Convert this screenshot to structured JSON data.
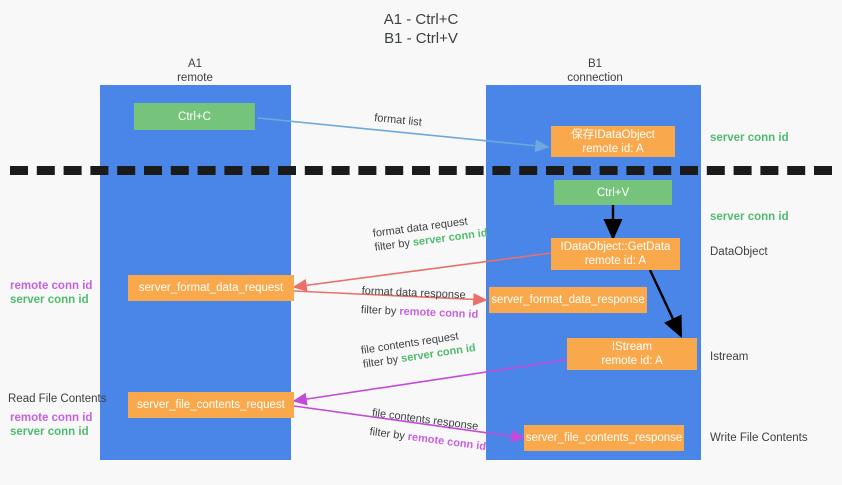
{
  "title": {
    "line1": "A1 - Ctrl+C",
    "line2": "B1 - Ctrl+V"
  },
  "columns": [
    {
      "id": "a1",
      "title": "A1",
      "subtitle": "remote",
      "color": "#4a86e8"
    },
    {
      "id": "b1",
      "title": "B1",
      "subtitle": "connection",
      "color": "#4a86e8"
    }
  ],
  "nodes": {
    "ctrl_c": {
      "line1": "Ctrl+C",
      "line2": "",
      "color": "#76c47c"
    },
    "save_dataobj": {
      "line1": "保存IDataObject",
      "line2": "remote id: A",
      "color": "#f9a94b"
    },
    "ctrl_v": {
      "line1": "Ctrl+V",
      "line2": "",
      "color": "#76c47c"
    },
    "getdata": {
      "line1": "IDataObject::GetData",
      "line2": "remote id: A",
      "color": "#f9a94b"
    },
    "fmt_req": {
      "line1": "server_format_data_request",
      "line2": "",
      "color": "#f9a94b"
    },
    "fmt_resp": {
      "line1": "server_format_data_response",
      "line2": "",
      "color": "#f9a94b"
    },
    "istream": {
      "line1": "IStream",
      "line2": "remote id: A",
      "color": "#f9a94b"
    },
    "file_req": {
      "line1": "server_file_contents_request",
      "line2": "",
      "color": "#f9a94b"
    },
    "file_resp": {
      "line1": "server_file_contents_response",
      "line2": "",
      "color": "#f9a94b"
    }
  },
  "annotations": {
    "right_server_conn_top": {
      "text": "server conn id",
      "color": "#4fbb6e"
    },
    "right_server_conn_mid": {
      "text": "server conn id",
      "color": "#4fbb6e"
    },
    "right_dataobject": {
      "text": "DataObject",
      "color": "#3c4043"
    },
    "right_istream": {
      "text": "Istream",
      "color": "#3c4043"
    },
    "right_write_file": {
      "text": "Write File Contents",
      "color": "#3c4043"
    },
    "left_mid_remote": {
      "text": "remote conn id",
      "color": "#c661e0"
    },
    "left_mid_server": {
      "text": "server conn id",
      "color": "#4fbb6e"
    },
    "left_read_file": {
      "text": "Read File Contents",
      "color": "#3c4043"
    },
    "left_bottom_remote": {
      "text": "remote conn id",
      "color": "#c661e0"
    },
    "left_bottom_server": {
      "text": "server conn id",
      "color": "#4fbb6e"
    }
  },
  "edge_labels": {
    "format_list": {
      "text": "format list"
    },
    "fmt_req_l1": {
      "text": "format data request"
    },
    "fmt_req_l2_prefix": {
      "text": "filter by "
    },
    "fmt_req_l2_value": {
      "text": "server conn id"
    },
    "fmt_resp_l1": {
      "text": "format data response"
    },
    "fmt_resp_l2_prefix": {
      "text": "filter by "
    },
    "fmt_resp_l2_value": {
      "text": "remote conn id"
    },
    "file_req_l1": {
      "text": "file contents request"
    },
    "file_req_l2_prefix": {
      "text": "filter by "
    },
    "file_req_l2_value": {
      "text": "server conn id"
    },
    "file_resp_l1": {
      "text": "file contents response"
    },
    "file_resp_l2_prefix": {
      "text": "filter by "
    },
    "file_resp_l2_value": {
      "text": "remote conn id"
    }
  },
  "colors": {
    "lane": "#4a86e8",
    "orange": "#f9a94b",
    "green_node": "#76c47c",
    "green_text": "#4fbb6e",
    "purple_text": "#c661e0",
    "arrow_blue": "#6fa8dc",
    "arrow_red": "#e8706a",
    "arrow_purple": "#c44ad8",
    "arrow_black": "#000000",
    "divider": "#1b1b1b",
    "background": "#f8f8f8"
  }
}
